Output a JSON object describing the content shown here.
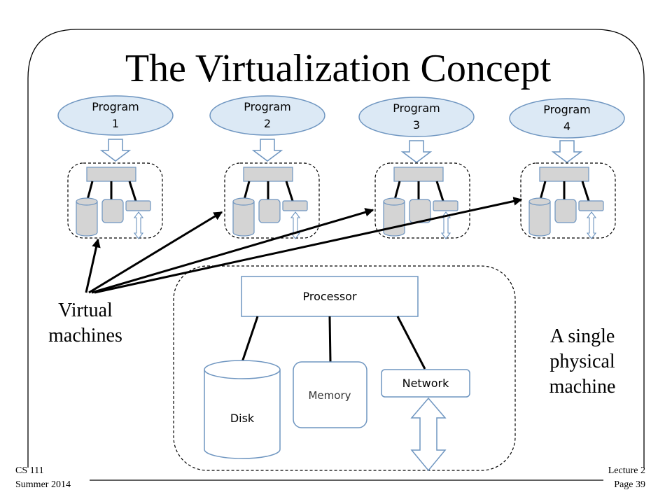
{
  "slide": {
    "title": "The Virtualization Concept",
    "programs": [
      {
        "line1": "Program",
        "line2": "1"
      },
      {
        "line1": "Program",
        "line2": "2"
      },
      {
        "line1": "Program",
        "line2": "3"
      },
      {
        "line1": "Program",
        "line2": "4"
      }
    ],
    "physical": {
      "processor": "Processor",
      "disk": "Disk",
      "memory": "Memory",
      "network": "Network"
    },
    "virtual_label": {
      "line1": "Virtual",
      "line2": "machines"
    },
    "physical_label": {
      "line1": "A single",
      "line2": "physical",
      "line3": "machine"
    }
  },
  "footer": {
    "course": "CS 111",
    "term": "Summer 2014",
    "lecture": "Lecture 2",
    "page": "Page 39"
  },
  "colors": {
    "oval_fill": "#dce9f5",
    "oval_stroke": "#6e95c0",
    "device_fill": "#d4d4d4",
    "outline": "#000000"
  }
}
